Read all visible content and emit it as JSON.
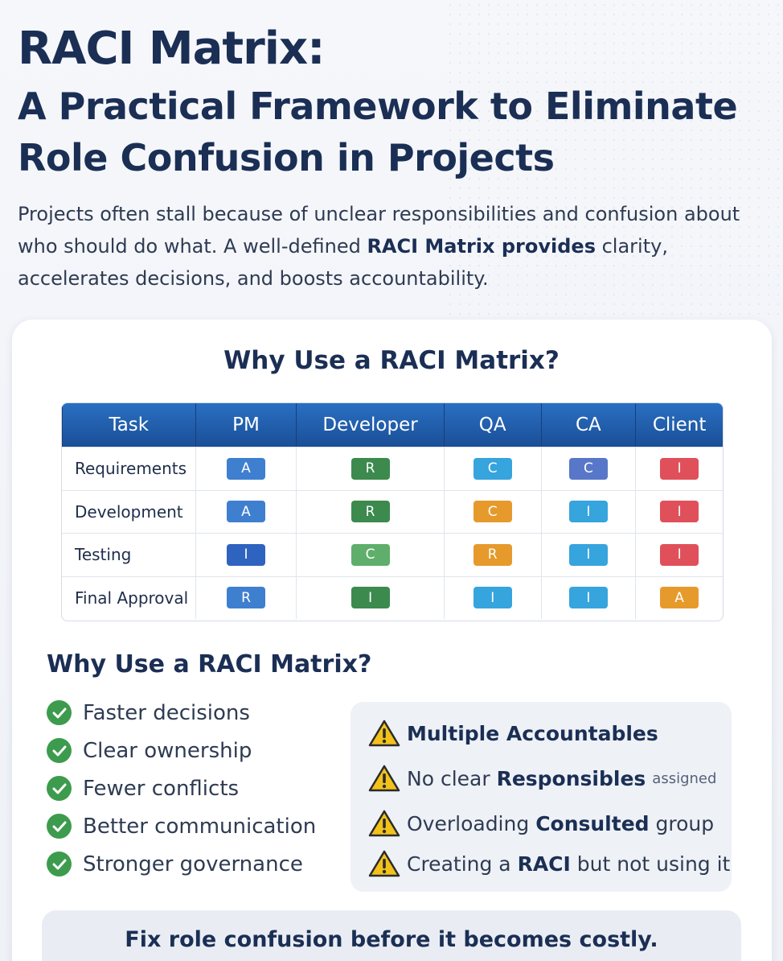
{
  "header": {
    "title": "RACI Matrix:",
    "subtitle": "A Practical Framework to Eliminate Role Confusion in Projects",
    "intro_before": "Projects often stall because of unclear responsibilities and confusion about who should do what. A well-defined ",
    "intro_bold": "RACI Matrix provides",
    "intro_after": " clarity, accelerates decisions, and boosts accountability."
  },
  "matrix": {
    "title": "Why Use a RACI Matrix?",
    "columns": [
      "Task",
      "PM",
      "Developer",
      "QA",
      "CA",
      "Client"
    ],
    "rows": [
      {
        "task": "Requirements",
        "cells": [
          "A",
          "R",
          "C",
          "C",
          "I"
        ]
      },
      {
        "task": "Development",
        "cells": [
          "A",
          "R",
          "C",
          "I",
          "I"
        ]
      },
      {
        "task": "Testing",
        "cells": [
          "I",
          "C",
          "R",
          "I",
          "I"
        ]
      },
      {
        "task": "Final Approval",
        "cells": [
          "R",
          "I",
          "I",
          "I",
          "A"
        ]
      }
    ],
    "colors": {
      "blue": "#3f7fd0",
      "dark_blue": "#2f63c0",
      "green": "#3c8a4e",
      "light_green": "#5fae6b",
      "cyan": "#36a4dd",
      "indigo": "#5877c9",
      "orange": "#e69a2c",
      "red": "#e0505a"
    },
    "cell_colors": [
      [
        "blue",
        "green",
        "cyan",
        "indigo",
        "red"
      ],
      [
        "blue",
        "green",
        "orange",
        "cyan",
        "red"
      ],
      [
        "dark_blue",
        "light_green",
        "orange",
        "cyan",
        "red"
      ],
      [
        "blue",
        "green",
        "cyan",
        "cyan",
        "orange"
      ]
    ]
  },
  "benefits": {
    "title": "Why Use a RACI Matrix?",
    "items": [
      "Faster decisions",
      "Clear ownership",
      "Fewer conflicts",
      "Better communication",
      "Stronger governance"
    ],
    "icon": "check-circle-icon",
    "icon_color": "#3d9b4e"
  },
  "pitfalls": {
    "icon": "warning-icon",
    "items": [
      {
        "pre": "",
        "bold": "Multiple Accountables",
        "post": "",
        "note": ""
      },
      {
        "pre": "No clear ",
        "bold": "Responsibles",
        "post": "",
        "note": "assigned"
      },
      {
        "pre": "Overloading ",
        "bold": "Consulted",
        "post": " group",
        "note": ""
      },
      {
        "pre": "Creating a ",
        "bold": "RACI",
        "post": " but not using it",
        "note": ""
      }
    ]
  },
  "footer": {
    "text": "Fix role confusion before it becomes costly."
  }
}
